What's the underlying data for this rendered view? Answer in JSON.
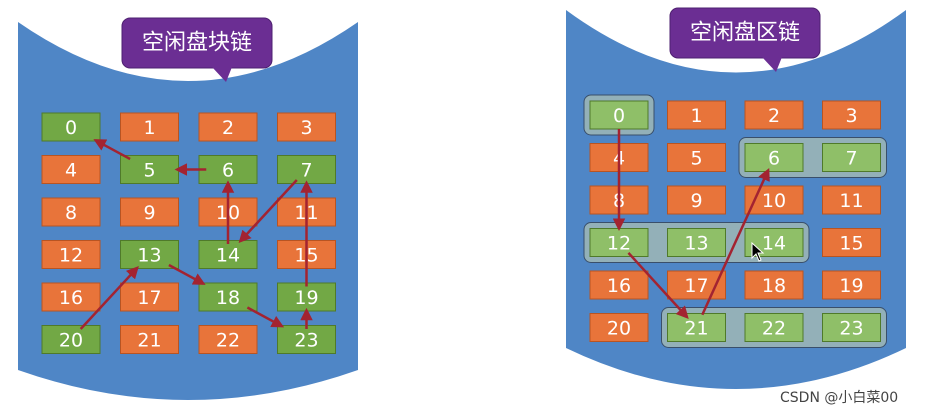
{
  "left": {
    "title": "空闲盘块链",
    "blocks": [
      "0",
      "1",
      "2",
      "3",
      "4",
      "5",
      "6",
      "7",
      "8",
      "9",
      "10",
      "11",
      "12",
      "13",
      "14",
      "15",
      "16",
      "17",
      "18",
      "19",
      "20",
      "21",
      "22",
      "23"
    ],
    "free_blocks": [
      0,
      5,
      6,
      7,
      13,
      14,
      18,
      19,
      20,
      23
    ],
    "chain": [
      [
        20,
        13
      ],
      [
        13,
        18
      ],
      [
        18,
        23
      ],
      [
        23,
        19
      ],
      [
        19,
        7
      ],
      [
        7,
        14
      ],
      [
        14,
        6
      ],
      [
        6,
        5
      ],
      [
        5,
        0
      ]
    ]
  },
  "right": {
    "title": "空闲盘区链",
    "blocks": [
      "0",
      "1",
      "2",
      "3",
      "4",
      "5",
      "6",
      "7",
      "8",
      "9",
      "10",
      "11",
      "12",
      "13",
      "14",
      "15",
      "16",
      "17",
      "18",
      "19",
      "20",
      "21",
      "22",
      "23"
    ],
    "free_blocks": [
      0,
      6,
      7,
      12,
      13,
      14,
      21,
      22,
      23
    ],
    "regions": [
      [
        0,
        0
      ],
      [
        6,
        7
      ],
      [
        12,
        14
      ],
      [
        21,
        23
      ]
    ],
    "chain": [
      [
        0,
        12
      ],
      [
        12,
        21
      ],
      [
        21,
        6
      ]
    ]
  },
  "colors": {
    "cylinder": "#4f86c6",
    "cylinder_top": "#ffffff",
    "free_block": "#72a845",
    "free_block_right": "#8fbf68",
    "used_block": "#e8743a",
    "arrow": "#a32331",
    "title_bg": "#6b2e93",
    "region_bg": "#9fb7b5"
  },
  "watermark": "CSDN @小白菜00"
}
